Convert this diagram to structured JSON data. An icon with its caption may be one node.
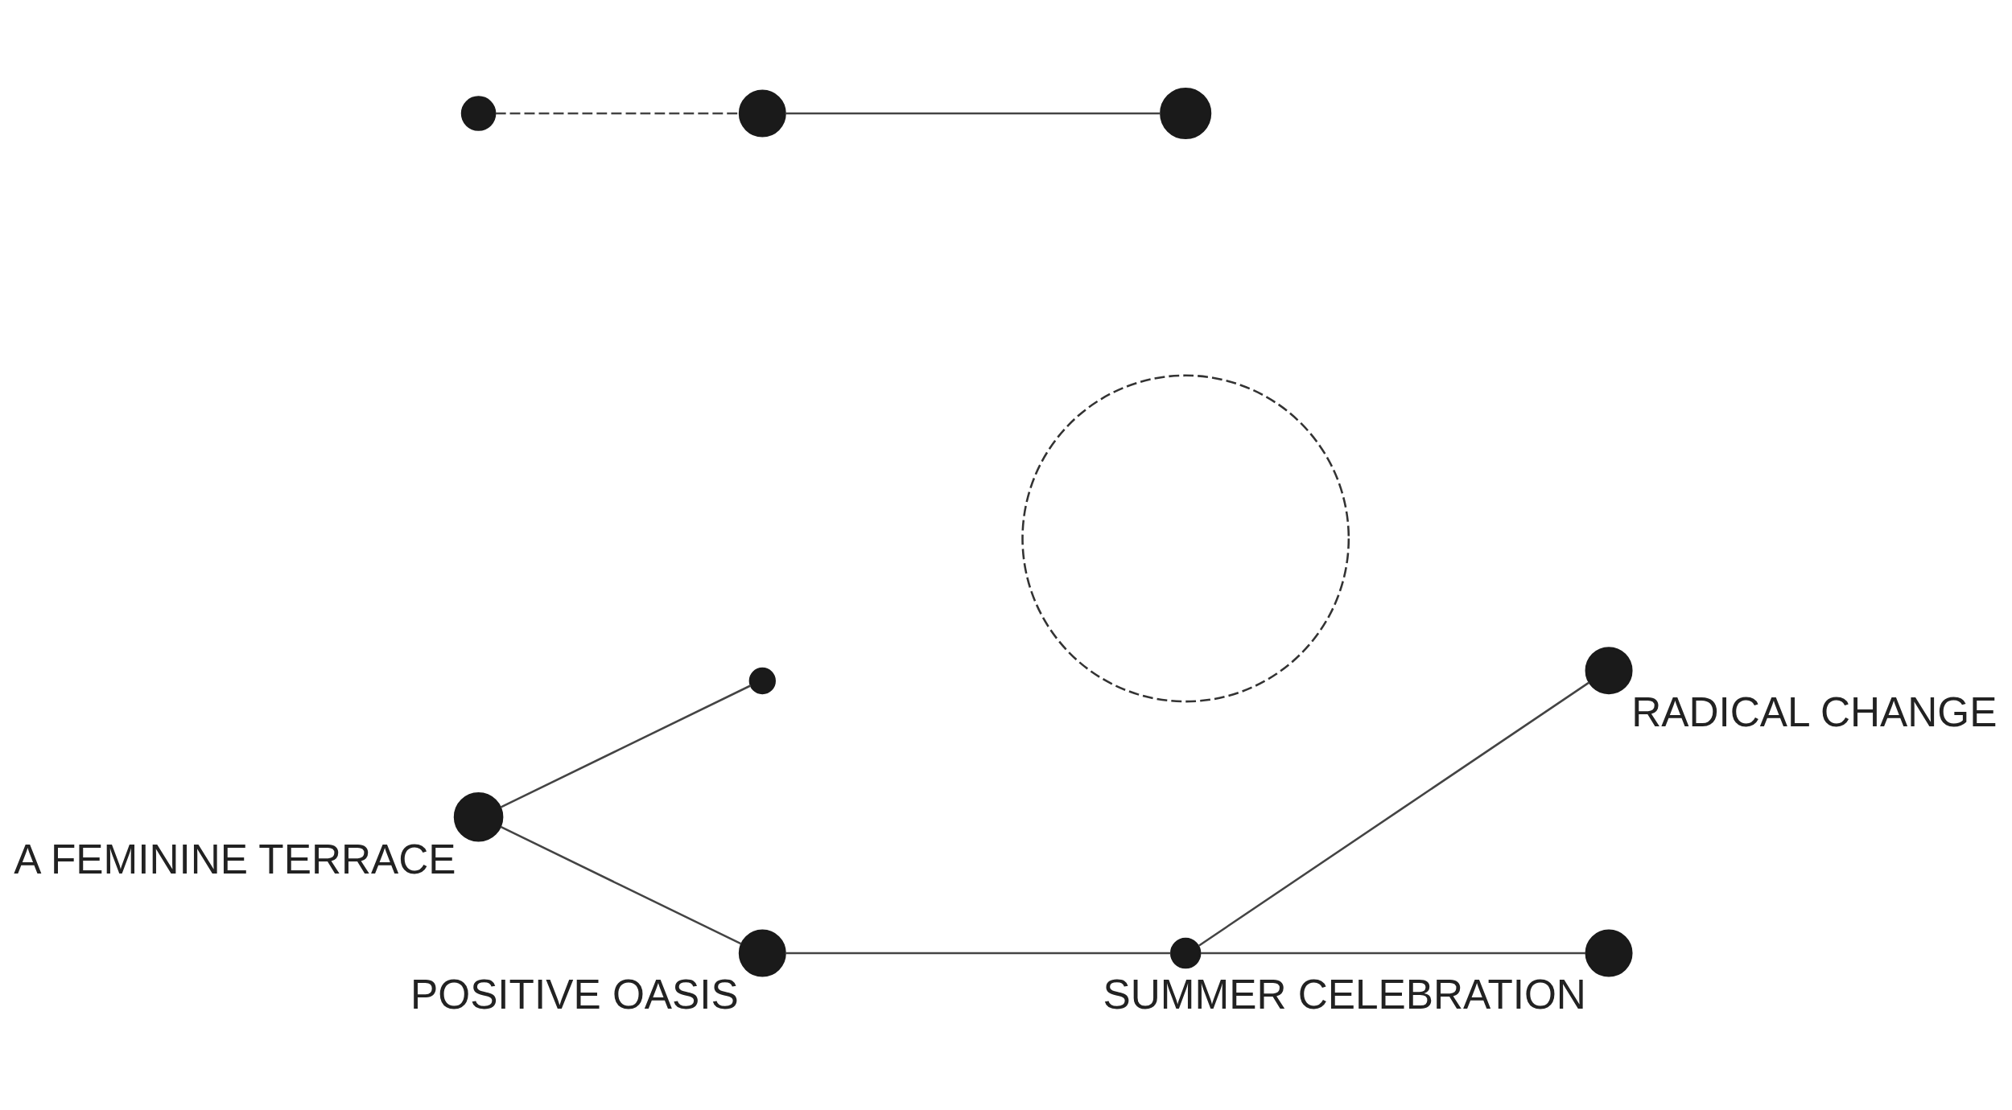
{
  "diagram": {
    "nodes": [
      {
        "text": [],
        "shape": "circle",
        "beside": [
          "A FEMININE TERRACE"
        ]
      },
      {
        "text": [],
        "shape": "circle"
      },
      {
        "text": [],
        "shape": "circle"
      },
      {
        "text": [],
        "shape": "circle"
      },
      {
        "text": [],
        "shape": "circle"
      },
      {
        "text": [],
        "shape": "circle",
        "beside": [
          "POSITIVE OASIS"
        ]
      },
      {
        "text": [],
        "shape": "circle"
      },
      {
        "text": [],
        "shape": "circle",
        "beside": [
          "RADICAL CHANGE"
        ]
      },
      {
        "text": [],
        "shape": "circle"
      },
      {
        "text": [],
        "shape": "circle",
        "beside": [
          "SUMMER CELEBRATION"
        ]
      }
    ],
    "edges": [
      {
        "from": 0,
        "to": 1,
        "arrow": "none"
      },
      {
        "from": 0,
        "to": 5,
        "arrow": "none"
      },
      {
        "from": 5,
        "to": 6,
        "arrow": "none"
      },
      {
        "from": 8,
        "to": 4,
        "arrow": "none",
        "style": "dashed"
      },
      {
        "from": 4,
        "to": 3,
        "arrow": "none"
      },
      {
        "from": 6,
        "to": 7,
        "arrow": "none"
      },
      {
        "from": 6,
        "to": 9,
        "arrow": "none"
      }
    ]
  }
}
